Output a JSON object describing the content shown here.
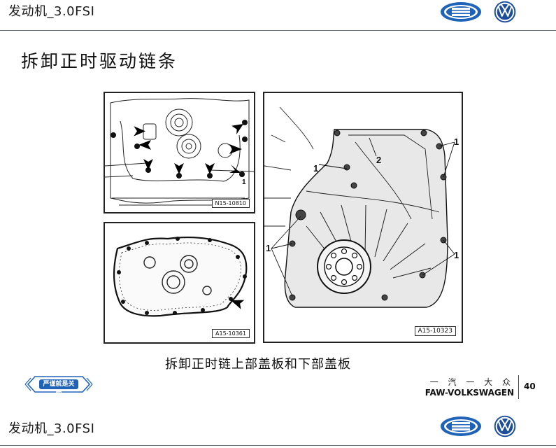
{
  "header": {
    "title": "发动机_3.0FSI"
  },
  "slide": {
    "title": "拆卸正时驱动链条",
    "caption": "拆卸正时链上部盖板和下部盖板"
  },
  "figures": {
    "top_left": {
      "code": "N15-10810",
      "callout": "1"
    },
    "bottom_left": {
      "code": "A15-10361"
    },
    "right": {
      "code": "A15-10323",
      "callouts": [
        "1",
        "2",
        "1",
        "1",
        "1"
      ]
    }
  },
  "badge": {
    "text": "严谨就是关爱"
  },
  "brand": {
    "cn": "一 汽 一 大 众",
    "en": "FAW-VOLKSWAGEN"
  },
  "page": {
    "number": "40"
  },
  "footer": {
    "title": "发动机_3.0FSI"
  },
  "colors": {
    "rule": "#5f6b6f",
    "faw_blue": "#1f63b8",
    "vw_blue": "#1c4e9a"
  }
}
